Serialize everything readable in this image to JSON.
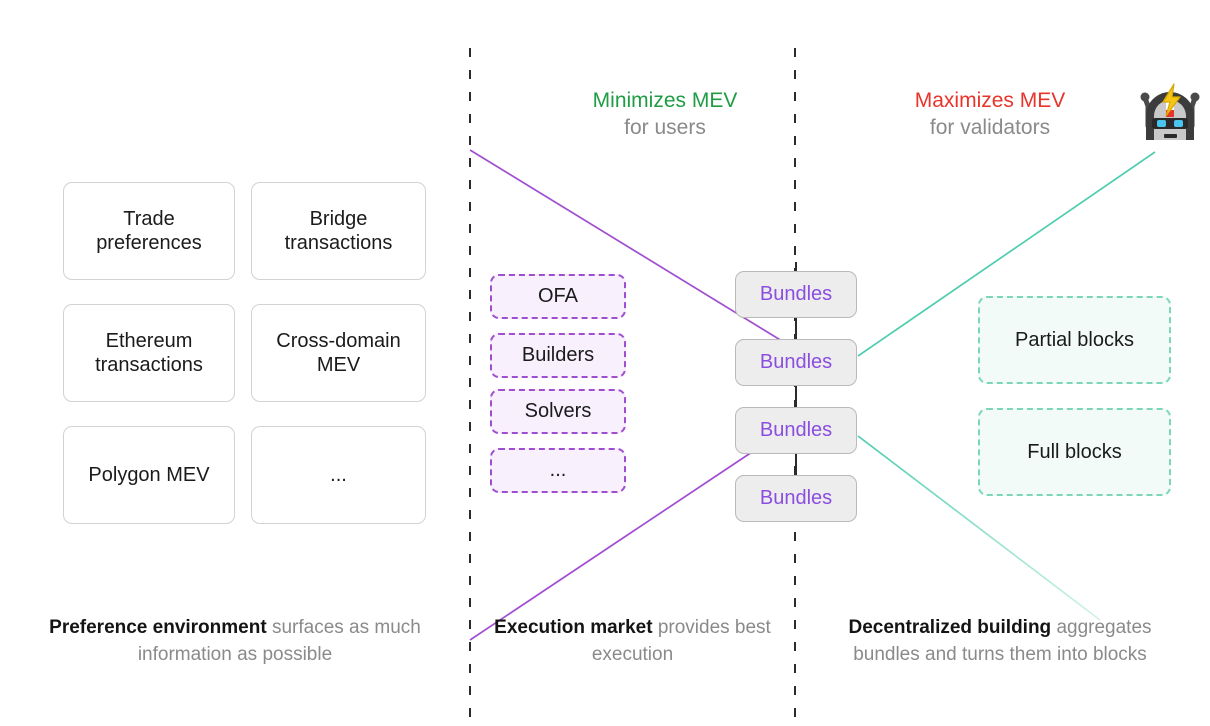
{
  "diagram": {
    "title_semantics": "MEV supply chain: preference environment, execution market, decentralized building",
    "colors": {
      "purple_line": "#a04ed0",
      "teal_line": "#4ecdae",
      "green_text": "#1f9d45",
      "red_text": "#e8342b",
      "bundle_text": "#8b4ee0",
      "muted_text": "#8a8a8a",
      "divider": "#2b2b2b"
    }
  },
  "headers": {
    "left": {
      "lead": "Minimizes MEV",
      "sub": "for users",
      "accent": "#1f9d45"
    },
    "right": {
      "lead": "Maximizes MEV",
      "sub": "for validators",
      "accent": "#e8342b"
    }
  },
  "preference_environment": {
    "boxes": [
      {
        "label": "Trade\npreferences"
      },
      {
        "label": "Bridge\ntransactions"
      },
      {
        "label": "Ethereum\ntransactions"
      },
      {
        "label": "Cross-domain\nMEV"
      },
      {
        "label": "Polygon MEV"
      },
      {
        "label": "..."
      }
    ]
  },
  "execution_market": {
    "boxes": [
      {
        "label": "OFA"
      },
      {
        "label": "Builders"
      },
      {
        "label": "Solvers"
      },
      {
        "label": "..."
      }
    ]
  },
  "bundles": {
    "boxes": [
      {
        "label": "Bundles"
      },
      {
        "label": "Bundles"
      },
      {
        "label": "Bundles"
      },
      {
        "label": "Bundles"
      }
    ]
  },
  "decentralized_building": {
    "boxes": [
      {
        "label": "Partial blocks"
      },
      {
        "label": "Full blocks"
      }
    ]
  },
  "captions": {
    "left": {
      "strong": "Preference environment",
      "rest": " surfaces as much information as possible"
    },
    "mid": {
      "strong": "Execution market",
      "rest": " provides best execution"
    },
    "right": {
      "strong": "Decentralized building",
      "rest": " aggregates bundles and turns them into blocks"
    }
  },
  "logo": {
    "name": "flashbots-robot-logo",
    "alt": "robot head with lightning bolt"
  }
}
